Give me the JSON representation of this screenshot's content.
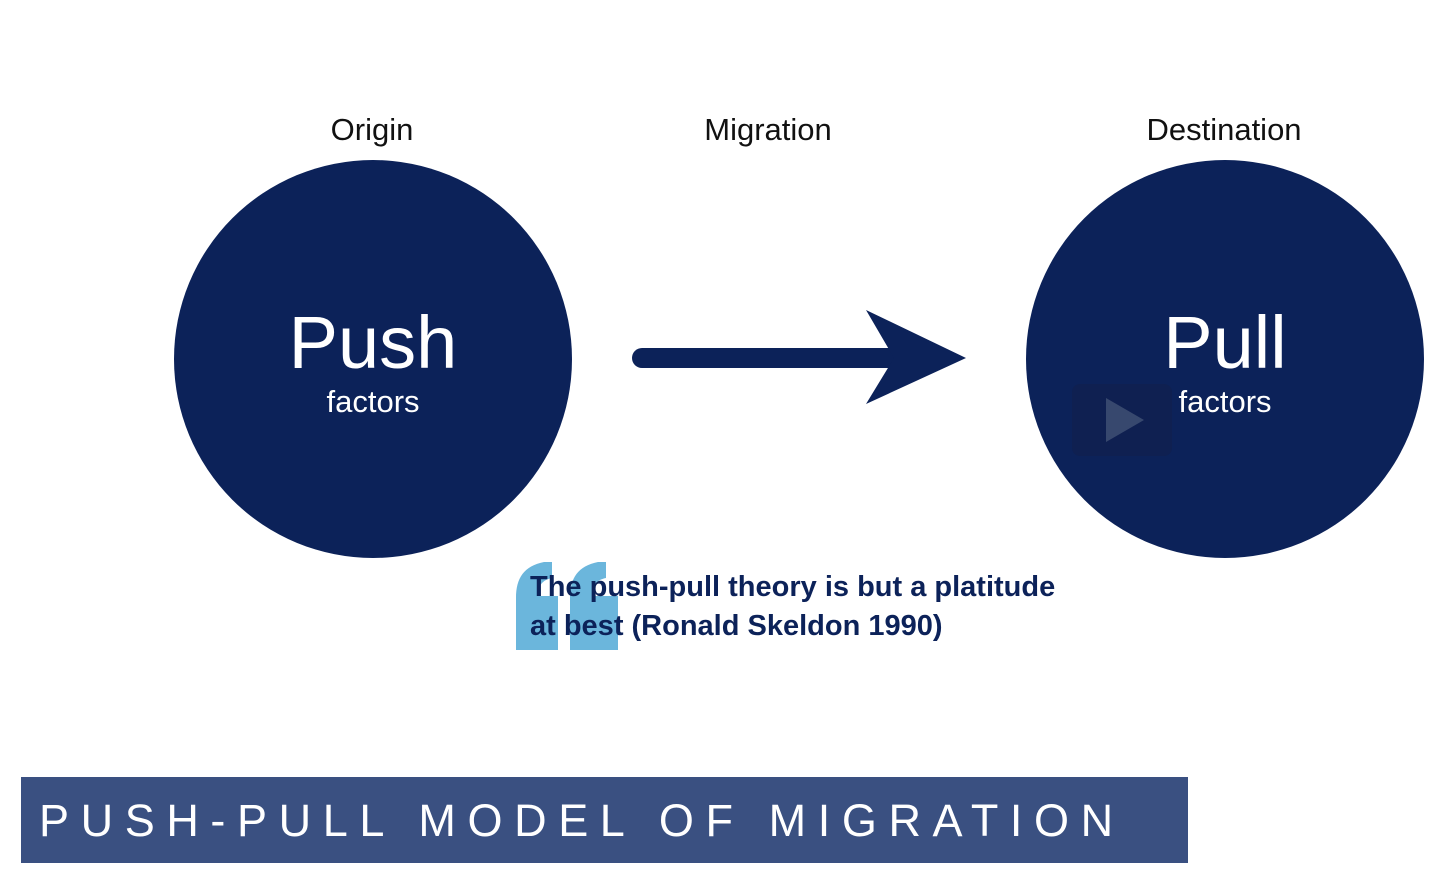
{
  "columns": {
    "origin": "Origin",
    "migration": "Migration",
    "destination": "Destination"
  },
  "push_circle": {
    "title": "Push",
    "subtitle": "factors"
  },
  "pull_circle": {
    "title": "Pull",
    "subtitle": "factors"
  },
  "quote": {
    "line1": "The push-pull theory is but a platitude",
    "line2": "at best (Ronald Skeldon 1990)"
  },
  "banner": {
    "title": "PUSH-PULL MODEL OF MIGRATION"
  },
  "colors": {
    "circle": "#0c2259",
    "arrow": "#0c2259",
    "quote_mark": "#6bb6dc",
    "banner": "#3a5081"
  },
  "icons": {
    "play": "play-icon",
    "arrow": "arrow-right-icon",
    "quote": "quote-mark-icon"
  }
}
